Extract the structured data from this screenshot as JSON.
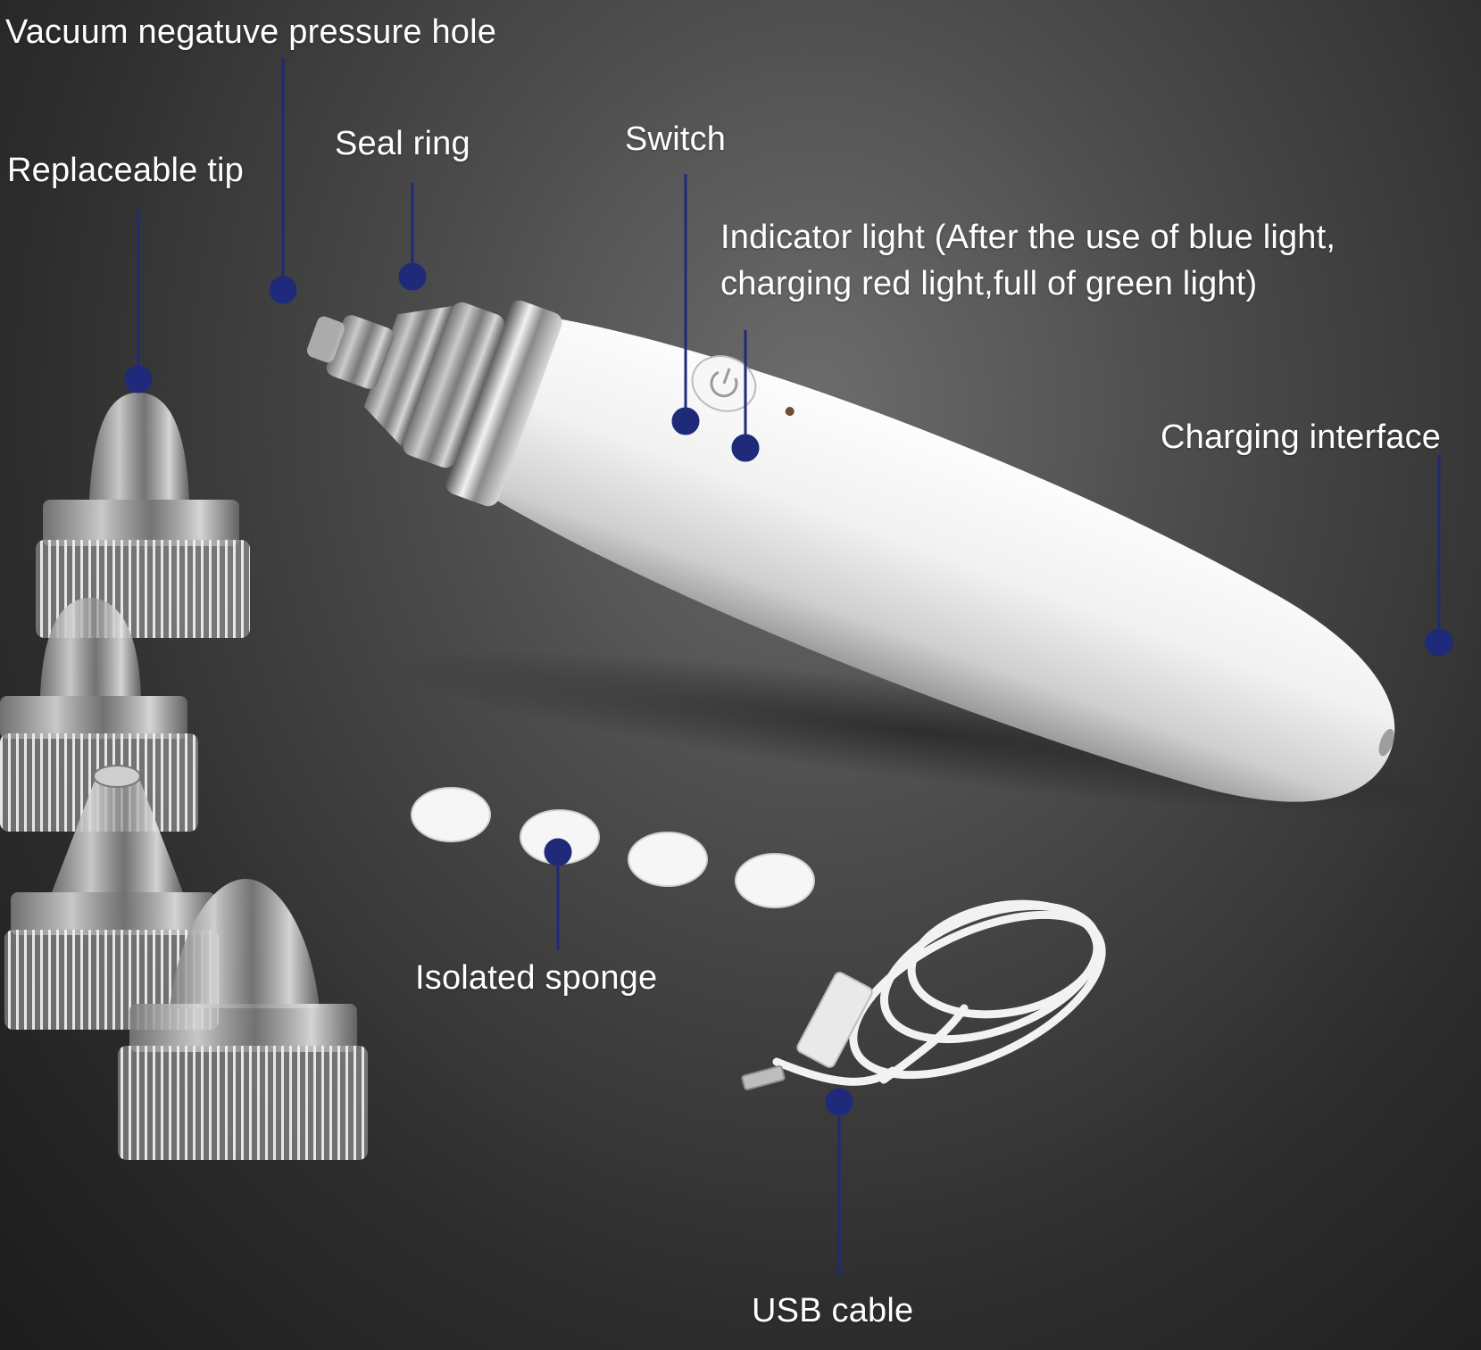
{
  "colors": {
    "background": "#3a3a3a",
    "callout_marker": "#1f2a7a",
    "label_text": "#ffffff",
    "device_body": "#eeeeee"
  },
  "labels": {
    "vacuum_hole": "Vacuum negatuve pressure hole",
    "replaceable_tip": "Replaceable tip",
    "seal_ring": "Seal ring",
    "switch": "Switch",
    "indicator_light_line1": "Indicator light (After the use of blue light,",
    "indicator_light_line2": "charging red light,full of green light)",
    "charging_interface": "Charging interface",
    "isolated_sponge": "Isolated sponge",
    "usb_cable": "USB cable"
  }
}
